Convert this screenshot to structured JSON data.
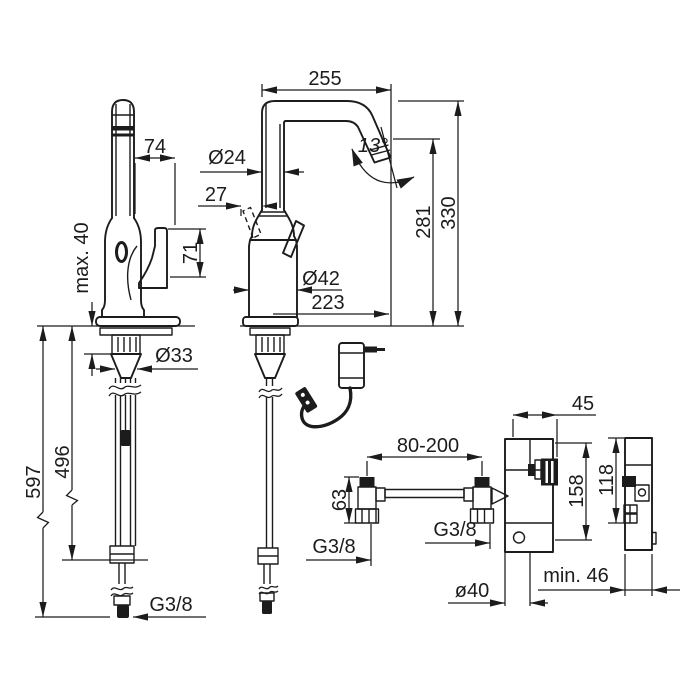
{
  "drawing": {
    "type": "technical-dimension-drawing",
    "subject": "Kitchen faucet with separate valve unit - installation dimensions",
    "colors": {
      "line": "#1c1c1c",
      "background": "#ffffff"
    },
    "side_view": {
      "handle_reach": "74",
      "max_deck_thickness": "max. 40",
      "handle_height": "71",
      "shank_diameter": "Ø33",
      "supply_length_full": "597",
      "supply_length": "496",
      "bottom_thread": "G3/8"
    },
    "front_view": {
      "spout_reach": "255",
      "spout_tube_diameter": "Ø24",
      "handle_offset": "27",
      "outlet_angle": "13°",
      "outlet_height": "281",
      "total_height": "330",
      "body_diameter": "Ø42",
      "reach_at_outlet": "223"
    },
    "valve_unit": {
      "valve_knob_offset": "45",
      "inlet_pipe_range": "80-200",
      "fitting_height": "63",
      "pipe_thread": "G3/8",
      "inlet_thread": "G3/8",
      "unit_height": "158",
      "unit_side_height": "118",
      "min_clearance": "min. 46",
      "deck_hole_diameter": "ø40"
    }
  }
}
